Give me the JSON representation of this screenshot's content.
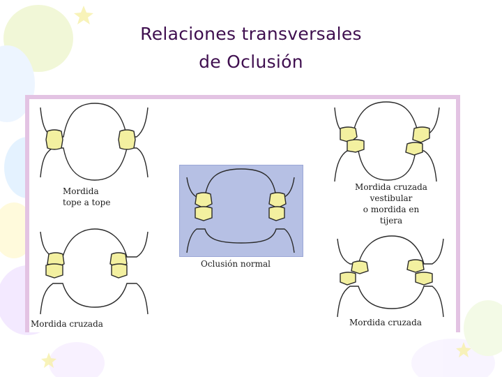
{
  "title_line1": "Relaciones transversales",
  "title_line2": "de  Oclusión",
  "captions": {
    "top_left_line1": "Mordida",
    "top_left_line2": "tope a tope",
    "top_right_line1": "Mordida cruzada",
    "top_right_line2": "vestibular",
    "top_right_line3": "o mordida en",
    "top_right_line4": "tijera",
    "center": "Oclusión normal",
    "bottom_left": "Mordida cruzada",
    "bottom_right": "Mordida cruzada"
  },
  "colors": {
    "title": "#3f0f4f",
    "cusp_fill": "#f3f0a0",
    "center_panel": "#b6c0e4",
    "frame": "#e3c3e3"
  }
}
